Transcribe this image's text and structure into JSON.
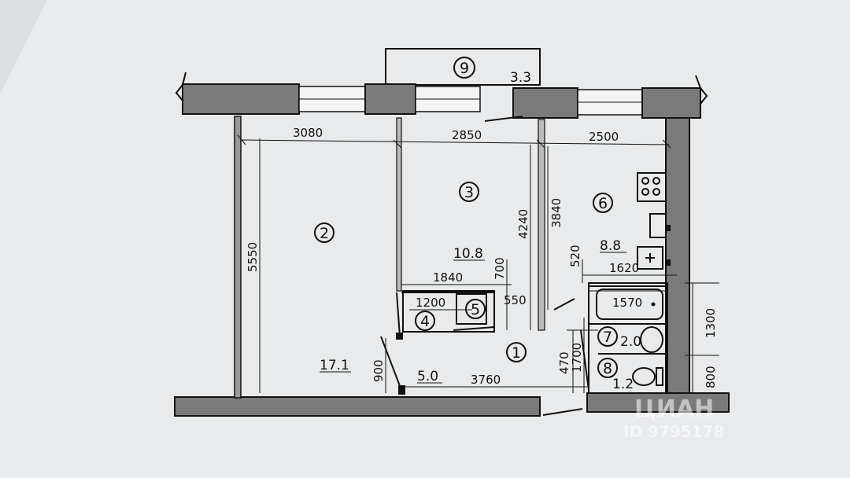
{
  "rooms": [
    {
      "num": "1"
    },
    {
      "num": "2"
    },
    {
      "num": "3"
    },
    {
      "num": "4"
    },
    {
      "num": "5"
    },
    {
      "num": "6"
    },
    {
      "num": "7"
    },
    {
      "num": "8"
    },
    {
      "num": "9"
    }
  ],
  "areas": {
    "balcony": "3.3",
    "room3": "10.8",
    "kitchen": "8.8",
    "room2": "17.1",
    "pantry": "5.0",
    "bath": "2.0",
    "wc": "1.2"
  },
  "dimensions": {
    "d3080": "3080",
    "d2850": "2850",
    "d2500": "2500",
    "d5550": "5550",
    "d4240": "4240",
    "d3840": "3840",
    "d1840": "1840",
    "d700": "700",
    "d1200": "1200",
    "d550": "550",
    "d520": "520",
    "d1620": "1620",
    "d1570": "1570",
    "d1300": "1300",
    "d470": "470",
    "d1700": "1700",
    "d800": "800",
    "d900": "900",
    "d3760": "3760"
  },
  "watermark": {
    "brand": "ЦИАН",
    "id": "ID 9795178"
  }
}
